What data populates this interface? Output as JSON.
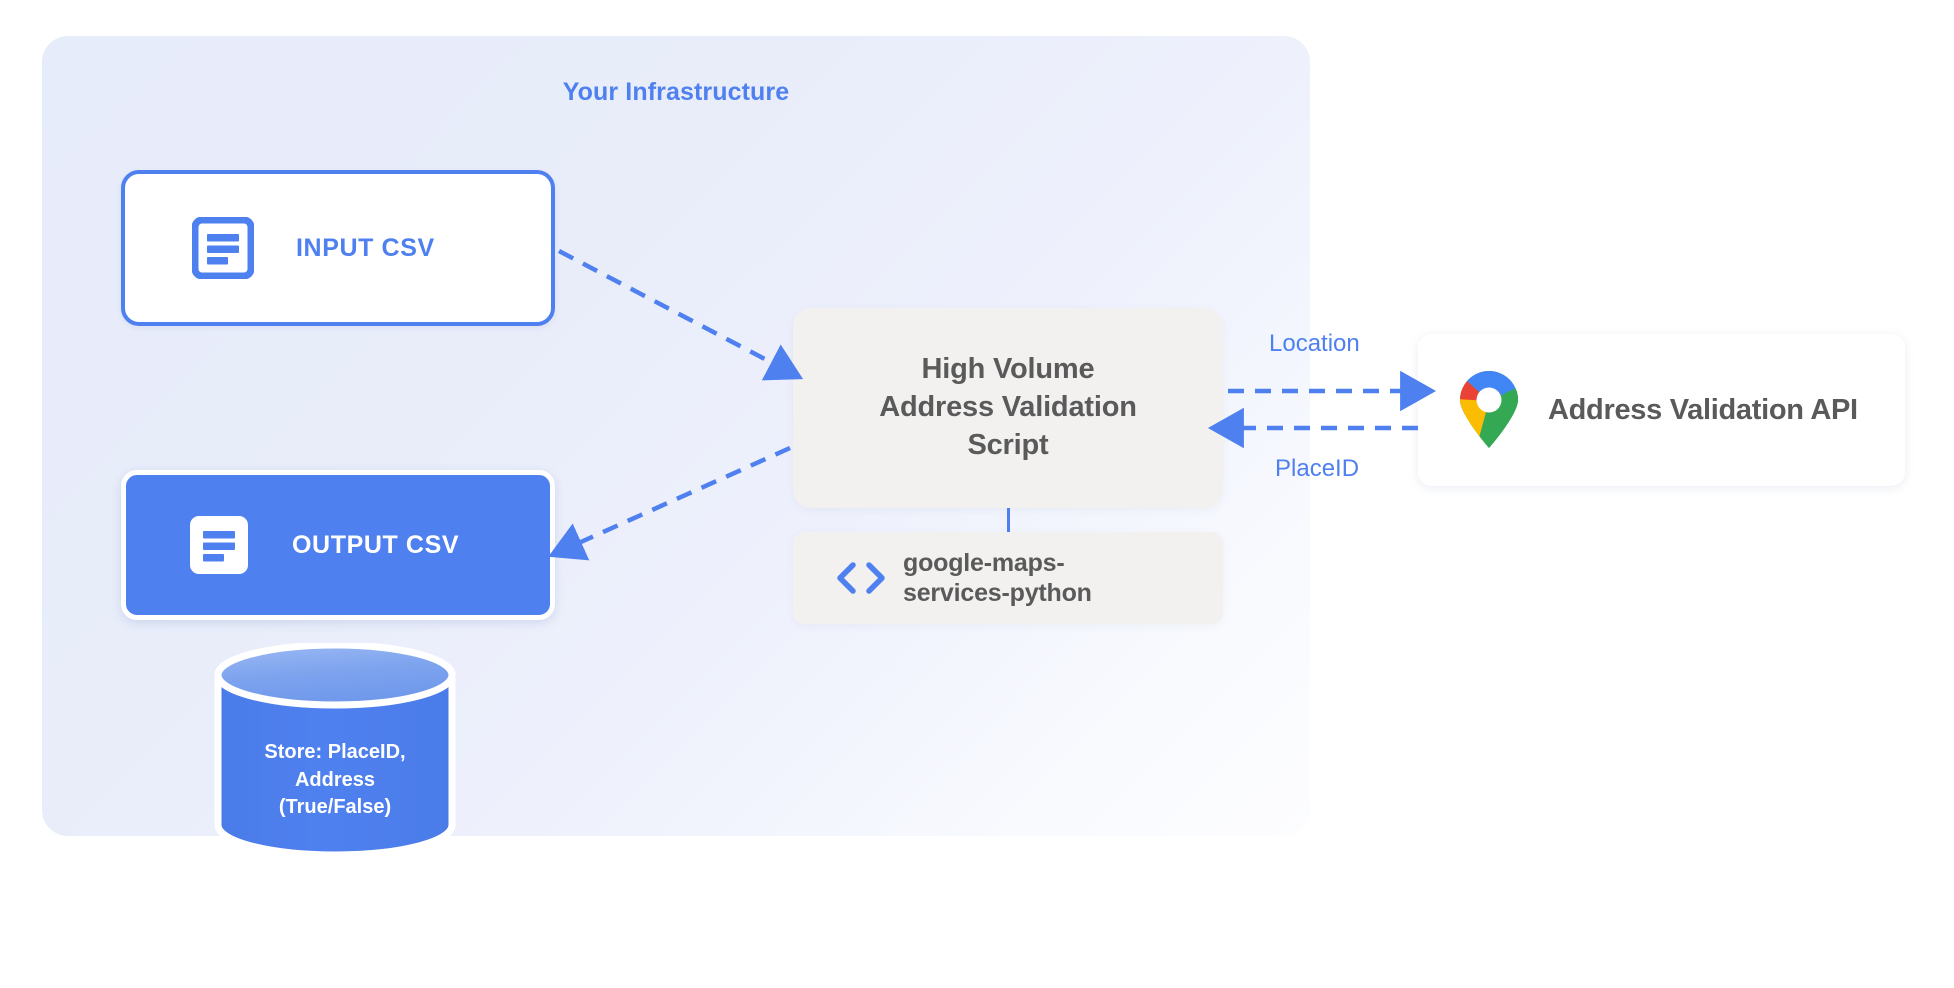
{
  "panel": {
    "title": "Your Infrastructure",
    "accent_color": "#4f80ef",
    "background_color": "#e7ecfa"
  },
  "nodes": {
    "input_csv": {
      "label": "INPUT CSV",
      "icon": "document-icon",
      "fill": "#ffffff",
      "border": "#4f80ef",
      "text_color": "#4f80ef"
    },
    "output_csv": {
      "label": "OUTPUT CSV",
      "icon": "document-icon",
      "fill": "#4f80ef",
      "text_color": "#ffffff"
    },
    "script": {
      "line1": "High Volume",
      "line2": "Address Validation",
      "line3": "Script",
      "fill": "#f2f1f0",
      "text_color": "#5a5a5a"
    },
    "library": {
      "line1": "google-maps-",
      "line2": "services-python",
      "icon": "code-brackets-icon",
      "fill": "#f2f1f0",
      "text_color": "#5a5a5a"
    },
    "api": {
      "label": "Address Validation API",
      "icon": "google-maps-pin-icon",
      "fill": "#ffffff",
      "text_color": "#5a5a5a"
    },
    "datastore": {
      "line1": "Store: PlaceID,",
      "line2": "Address",
      "line3": "(True/False)",
      "fill": "#4f80ef",
      "top_fill": "#7da3ee",
      "text_color": "#ffffff"
    }
  },
  "edges": {
    "location_label": "Location",
    "placeid_label": "PlaceID",
    "arrow_color": "#4f80ef"
  }
}
